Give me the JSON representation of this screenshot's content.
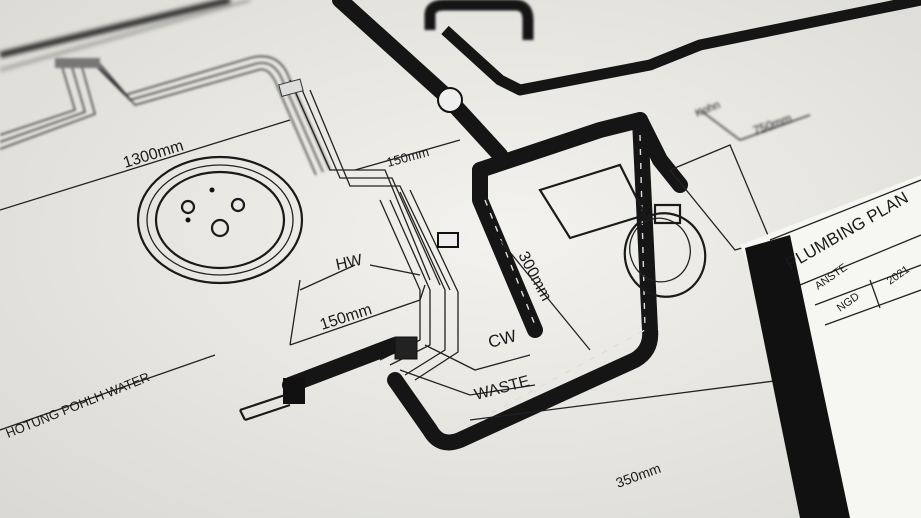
{
  "labels": {
    "dim_1300": "1300mm",
    "dim_150_top": "150mm",
    "hot_water": "HW",
    "dim_150_mid": "150mm",
    "cold_water": "CW",
    "waste": "WASTE",
    "dim_300": "300mm",
    "hot_potable_water": "HOTUNG POHLH WATER",
    "dim_750": "750mm",
    "dim_350": "350mm",
    "kohn": "Kohn"
  },
  "title_block": {
    "title": "PLUMBING PLAN",
    "row1_col1": "ANSTE",
    "row1_col2": "2021",
    "row2_col1": "NGD"
  },
  "colors": {
    "paper": "#ecebe6",
    "ink": "#151515"
  }
}
